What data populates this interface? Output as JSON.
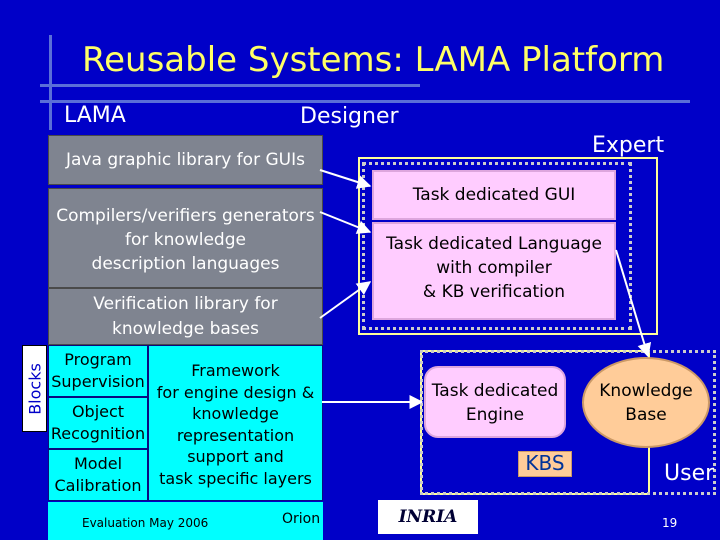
{
  "title": "Reusable Systems: LAMA Platform",
  "labels": {
    "lama": "LAMA",
    "designer": "Designer",
    "expert": "Expert",
    "blocks": "Blocks",
    "kbs": "KBS",
    "user": "User"
  },
  "gray_boxes": {
    "java": "Java graphic library for GUIs",
    "compilers": [
      "Compilers/verifiers generators",
      "for knowledge",
      "description languages"
    ],
    "verification": [
      "Verification library for",
      "knowledge bases"
    ]
  },
  "cyan_boxes": {
    "program": [
      "Program",
      "Supervision"
    ],
    "object": [
      "Object",
      "Recognition"
    ],
    "model": [
      "Model",
      "Calibration"
    ],
    "framework": [
      "Framework",
      "for engine design &",
      "knowledge",
      "representation",
      "support and",
      "task specific layers"
    ]
  },
  "task_boxes": {
    "gui": "Task dedicated GUI",
    "language": [
      "Task dedicated Language",
      "with compiler",
      "& KB verification"
    ],
    "engine": [
      "Task dedicated",
      "Engine"
    ],
    "kb": [
      "Knowledge",
      "Base"
    ]
  },
  "footer": {
    "evaluation": "Evaluation May 2006",
    "orion": "Orion",
    "inria": "INRIA",
    "page": "19"
  },
  "colors": {
    "background": "#0000c8",
    "title": "#ffff66",
    "gray_box": "#7f8490",
    "cyan_box": "#00ffff",
    "task_box": "#ffccff",
    "kbs_box": "#ffcc99"
  }
}
